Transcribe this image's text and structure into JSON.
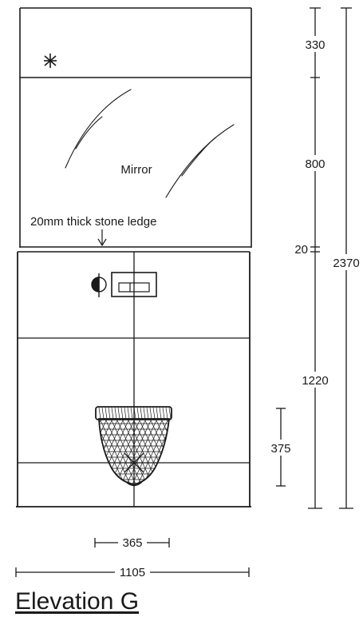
{
  "title": "Elevation G",
  "labels": {
    "mirror": "Mirror",
    "ledge": "20mm thick stone ledge"
  },
  "dimensions": {
    "upper_panel": "330",
    "mirror_height": "800",
    "ledge_thickness": "20",
    "lower_section": "1220",
    "overall_height": "2370",
    "pan_height": "375",
    "pan_width": "365",
    "overall_width": "1105"
  },
  "icons": {
    "light": "asterisk-light-icon",
    "valve": "half-filled-circle-valve-icon",
    "flush_plate": "dual-flush-plate-icon",
    "toilet": "wall-hung-pan-icon"
  },
  "colors": {
    "ink": "#1a1a1a",
    "paper": "#ffffff"
  }
}
